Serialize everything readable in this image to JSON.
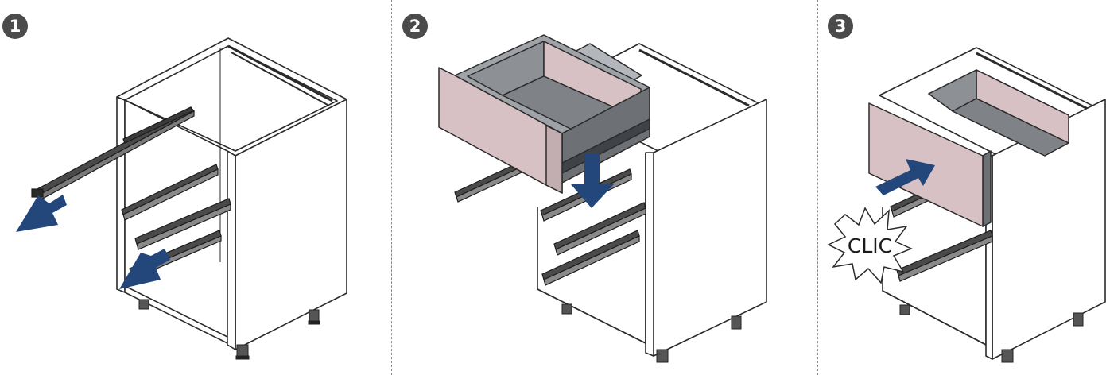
{
  "steps": [
    {
      "number": "1"
    },
    {
      "number": "2"
    },
    {
      "number": "3",
      "callout": "CLIC"
    }
  ],
  "colors": {
    "arrow": "#23477a",
    "drawer_front": "#d7c1c4",
    "drawer_inner": "#9fa3a8",
    "cabinet_line": "#2b2b2b",
    "rail": "#3a3a3a",
    "divider": "#8a8a8a"
  },
  "icons": [
    "pull-out-arrow-icon",
    "insert-down-arrow-icon",
    "push-in-arrow-icon",
    "clic-burst-icon"
  ]
}
